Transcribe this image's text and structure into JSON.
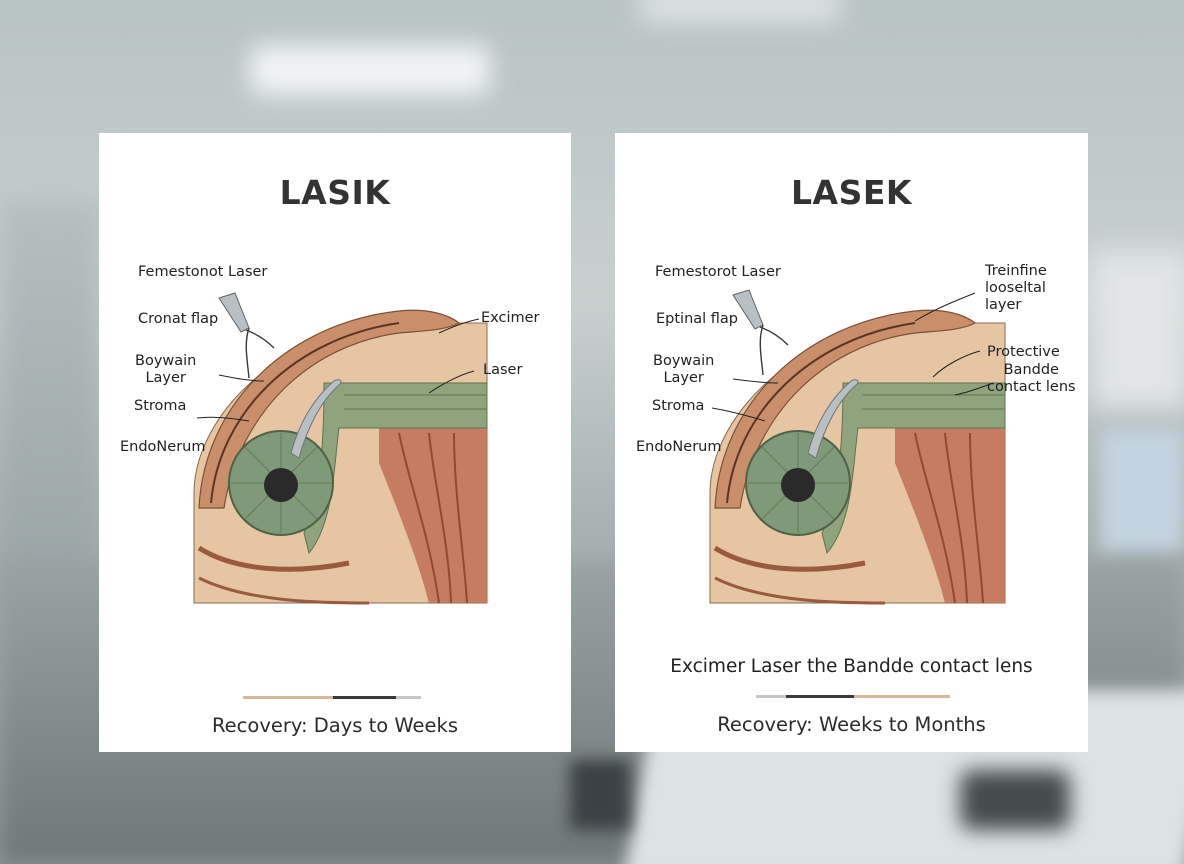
{
  "panels": [
    {
      "title": "LASIK",
      "labels": {
        "l1": "Femestonot Laser",
        "l2": "Cronat flap",
        "l3": "Boywain\nLayer",
        "l4": "Stroma",
        "l5": "EndoNerum",
        "r1": "Excimer",
        "r2": "Laser"
      },
      "note": "",
      "recovery": "Recovery: Days to Weeks",
      "bar_colors": [
        "#d9b89a",
        "#3a3a3a",
        "#c6c6c6"
      ]
    },
    {
      "title": "LASEK",
      "labels": {
        "l1": "Femestorot Laser",
        "l2": "Eptinal flap",
        "l3": "Boywain\nLayer",
        "l4": "Stroma",
        "l5": "EndoNerum",
        "r1": "Treinfine\nlooseltal\nlayer",
        "r2": "Protective",
        "r3": "Bandde\ncontact lens"
      },
      "note": "Excimer Laser the Bandde contact lens",
      "recovery": "Recovery: Weeks to Months",
      "bar_colors": [
        "#c6c6c6",
        "#3a3a3a",
        "#d9b89a"
      ]
    }
  ],
  "colors": {
    "tissue": "#e6c5a3",
    "cornea": "#c98f6a",
    "muscle": "#c2735a",
    "epithelium": "#8fa47c",
    "iris": "#7f9a78",
    "pupil": "#2a2a2a",
    "instrument": "#b9c0c4"
  }
}
